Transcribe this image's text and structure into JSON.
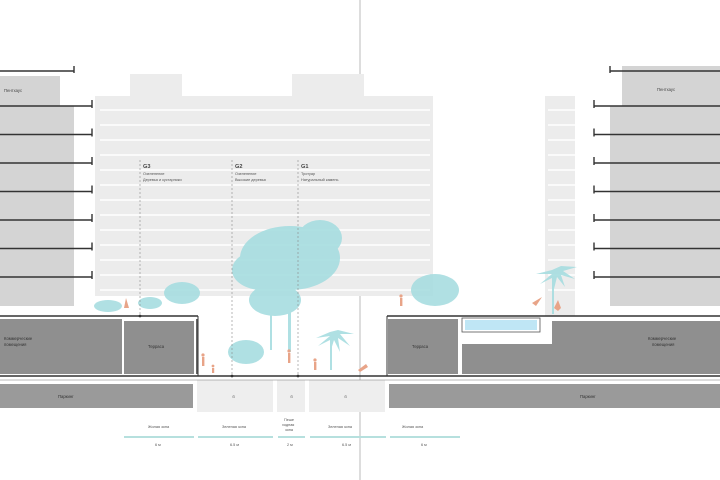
{
  "colors": {
    "background": "#ffffff",
    "building_back": "#ececec",
    "building_front": "#d4d4d4",
    "podium": "#8f8f8f",
    "parking": "#9a9a9a",
    "tree": "#a7dde0",
    "people": "#e8a488",
    "water": "#bfe6f5",
    "dimension": "#b6e0de"
  },
  "labels": {
    "penthouse_left": "Пентхаус",
    "penthouse_right": "Пентхаус",
    "commercial_left": "Коммерческие помещения",
    "commercial_right": "Коммерческие помещения",
    "terrace_left": "Терраса",
    "terrace_right": "Терраса",
    "parking_left": "Паркинг",
    "parking_right": "Паркинг"
  },
  "callouts": [
    {
      "code": "G3",
      "line1": "Озеленение",
      "line2": "Деревья и кустарники"
    },
    {
      "code": "G2",
      "line1": "Озеленение",
      "line2": "Высокие деревья"
    },
    {
      "code": "G1",
      "line1": "Тротуар",
      "line2": "Натуральный камень"
    }
  ],
  "zones": [
    {
      "name": "Жилая зона",
      "width": "6 м"
    },
    {
      "name": "Зеленая зона",
      "width": "6.5 м"
    },
    {
      "name": "Пешеходная зона",
      "width": "2 м"
    },
    {
      "name": "Зеленая зона",
      "width": "6.5 м"
    },
    {
      "name": "Жилая зона",
      "width": "6 м"
    }
  ],
  "sub_icon": "⊙"
}
